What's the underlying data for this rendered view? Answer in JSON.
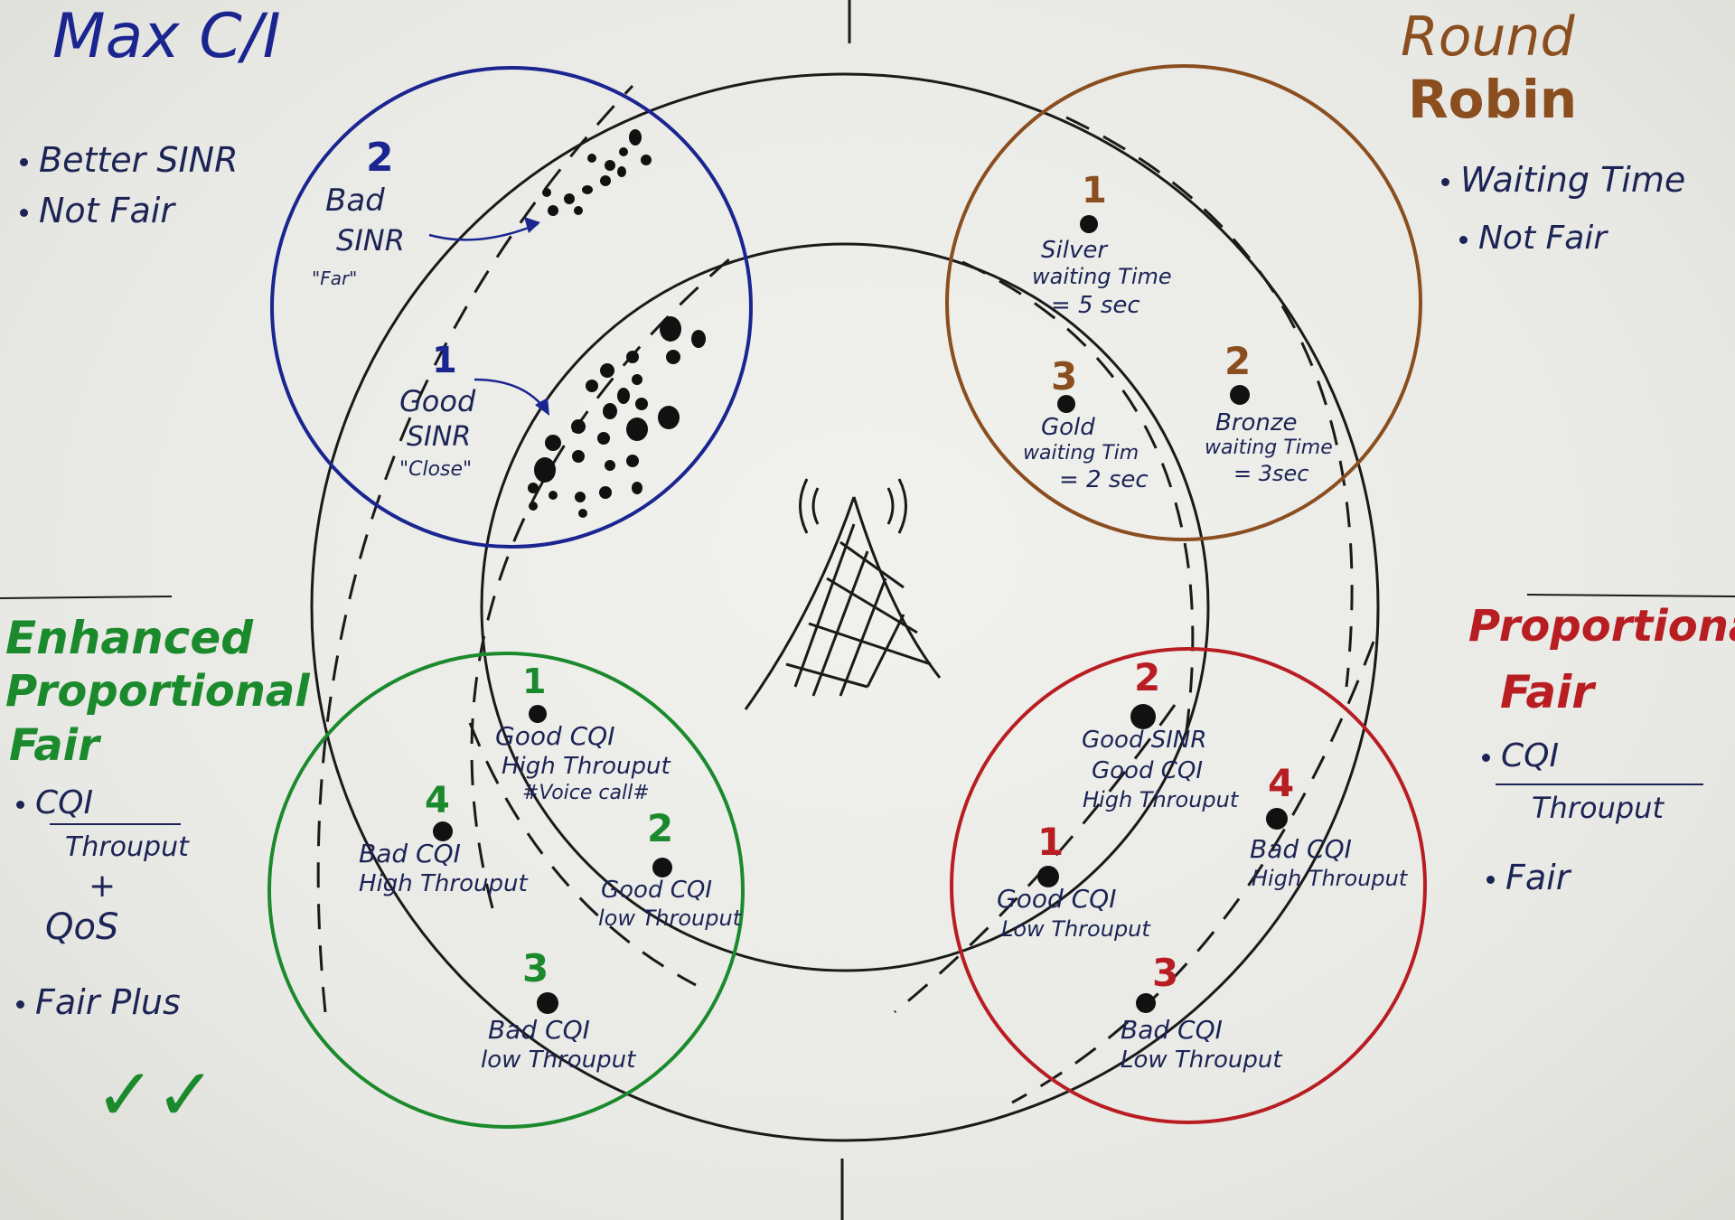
{
  "colors": {
    "blue": "#1a2590",
    "brown": "#8a4e1f",
    "green": "#1b8a2c",
    "red": "#b81d22",
    "ink": "#1c2455",
    "black": "#1a1a1a"
  },
  "corners": {
    "max_ci": {
      "title": "Max C/I",
      "bullets": [
        "Better SINR",
        "Not Fair"
      ]
    },
    "round_robin": {
      "title_line1": "Round",
      "title_line2": "Robin",
      "bullets": [
        "Waiting Time",
        "Not Fair"
      ]
    },
    "enhanced_pf": {
      "title_line1": "Enhanced",
      "title_line2": "Proportional",
      "title_line3": "Fair",
      "formula_top": "CQI",
      "formula_bottom": "Throuput",
      "plus": "+",
      "qos": "QoS",
      "bullet2": "Fair Plus",
      "check": "✓✓"
    },
    "pf": {
      "title_line1": "Proportional",
      "title_line2": "Fair",
      "formula_top": "CQI",
      "formula_bottom": "Throuput",
      "bullet2": "Fair"
    }
  },
  "max_ci_circle": {
    "user2": {
      "num": "2",
      "line1": "Bad",
      "line2": "SINR",
      "line3": "\"Far\""
    },
    "user1": {
      "num": "1",
      "line1": "Good",
      "line2": "SINR",
      "line3": "\"Close\""
    }
  },
  "rr_circle": {
    "user1": {
      "num": "1",
      "line1": "Silver",
      "line2": "waiting Time",
      "line3": "= 5 sec"
    },
    "user3": {
      "num": "3",
      "line1": "Gold",
      "line2": "waiting Tim",
      "line3": "= 2 sec"
    },
    "user2": {
      "num": "2",
      "line1": "Bronze",
      "line2": "waiting Time",
      "line3": "= 3sec"
    }
  },
  "epf_circle": {
    "user1": {
      "num": "1",
      "line1": "Good CQI",
      "line2": "High Throuput",
      "line3": "#Voice call#"
    },
    "user4": {
      "num": "4",
      "line1": "Bad CQI",
      "line2": "High Throuput"
    },
    "user2": {
      "num": "2",
      "line1": "Good CQI",
      "line2": "low Throuput"
    },
    "user3": {
      "num": "3",
      "line1": "Bad CQI",
      "line2": "low Throuput"
    }
  },
  "pf_circle": {
    "user2": {
      "num": "2",
      "line1": "Good SINR",
      "line2": "Good CQI",
      "line3": "High Throuput"
    },
    "user4": {
      "num": "4",
      "line1": "Bad CQI",
      "line2": "High Throuput"
    },
    "user1": {
      "num": "1",
      "line1": "Good CQI",
      "line2": "Low Throuput"
    },
    "user3": {
      "num": "3",
      "line1": "Bad CQI",
      "line2": "Low Throuput"
    }
  }
}
